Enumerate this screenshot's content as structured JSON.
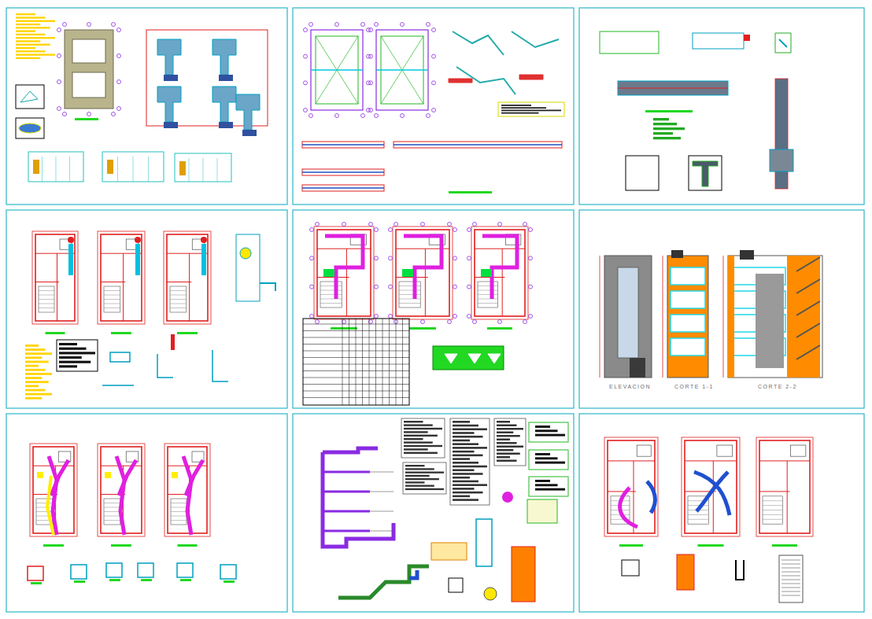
{
  "diagram": {
    "labels": [
      "ELEVACION",
      "CORTE 1-1",
      "CORTE 2-2"
    ]
  }
}
